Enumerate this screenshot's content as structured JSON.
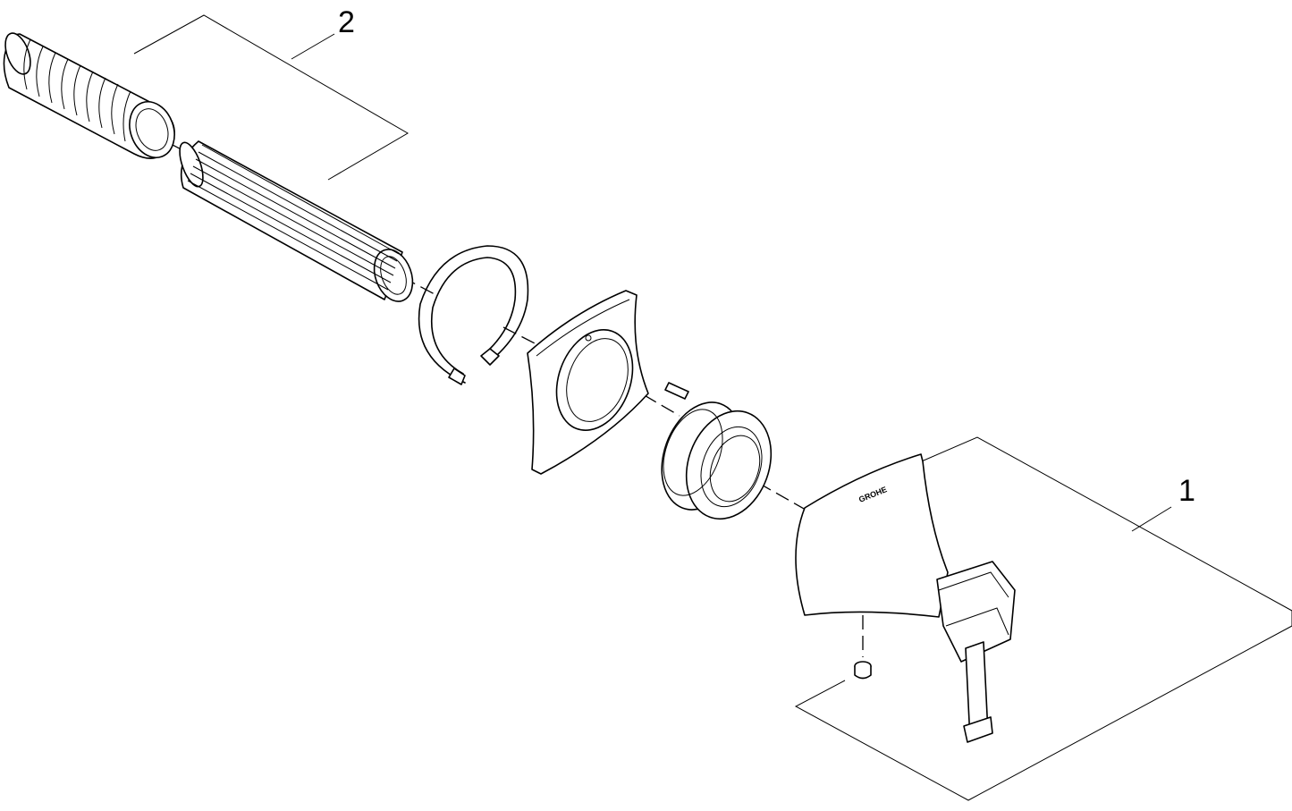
{
  "diagram": {
    "callouts": [
      {
        "id": "1",
        "label": "1"
      },
      {
        "id": "2",
        "label": "2"
      }
    ],
    "brand_mark": "GROHE"
  }
}
